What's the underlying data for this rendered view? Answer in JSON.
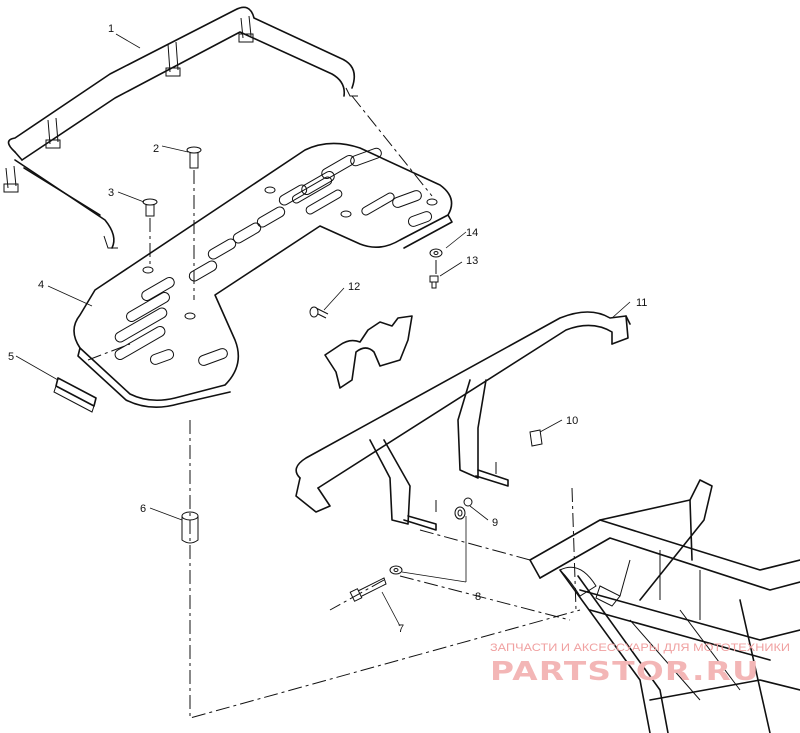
{
  "callouts": [
    "1",
    "2",
    "3",
    "4",
    "5",
    "6",
    "7",
    "8",
    "9",
    "10",
    "11",
    "12",
    "13",
    "14"
  ],
  "watermark": {
    "line1": "ЗАПЧАСТИ И АКСЕССУАРЫ ДЛЯ МОТОТЕХНИКИ",
    "line2": "PARTSTOR.RU"
  }
}
